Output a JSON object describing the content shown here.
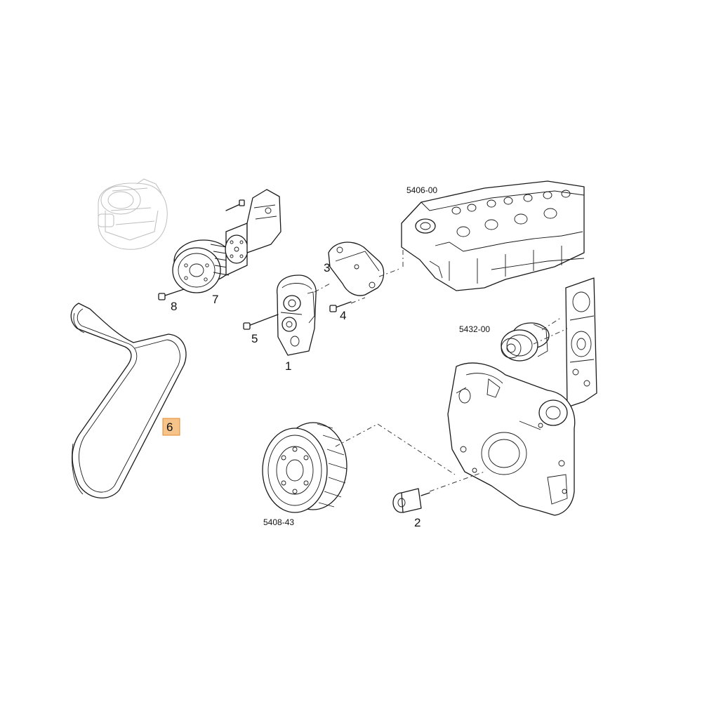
{
  "callouts": {
    "p1": "1",
    "p2": "2",
    "p3": "3",
    "p4": "4",
    "p5": "5",
    "p6": "6",
    "p7": "7",
    "p8": "8"
  },
  "references": {
    "cylinder_head": "5406-00",
    "water_pump": "5432-00",
    "damper_pulley": "5408-43"
  },
  "colors": {
    "highlight_fill": "#f6c48a",
    "highlight_stroke": "#e08a2c",
    "line": "#1a1a1a",
    "ghost": "#bdbdbd"
  }
}
